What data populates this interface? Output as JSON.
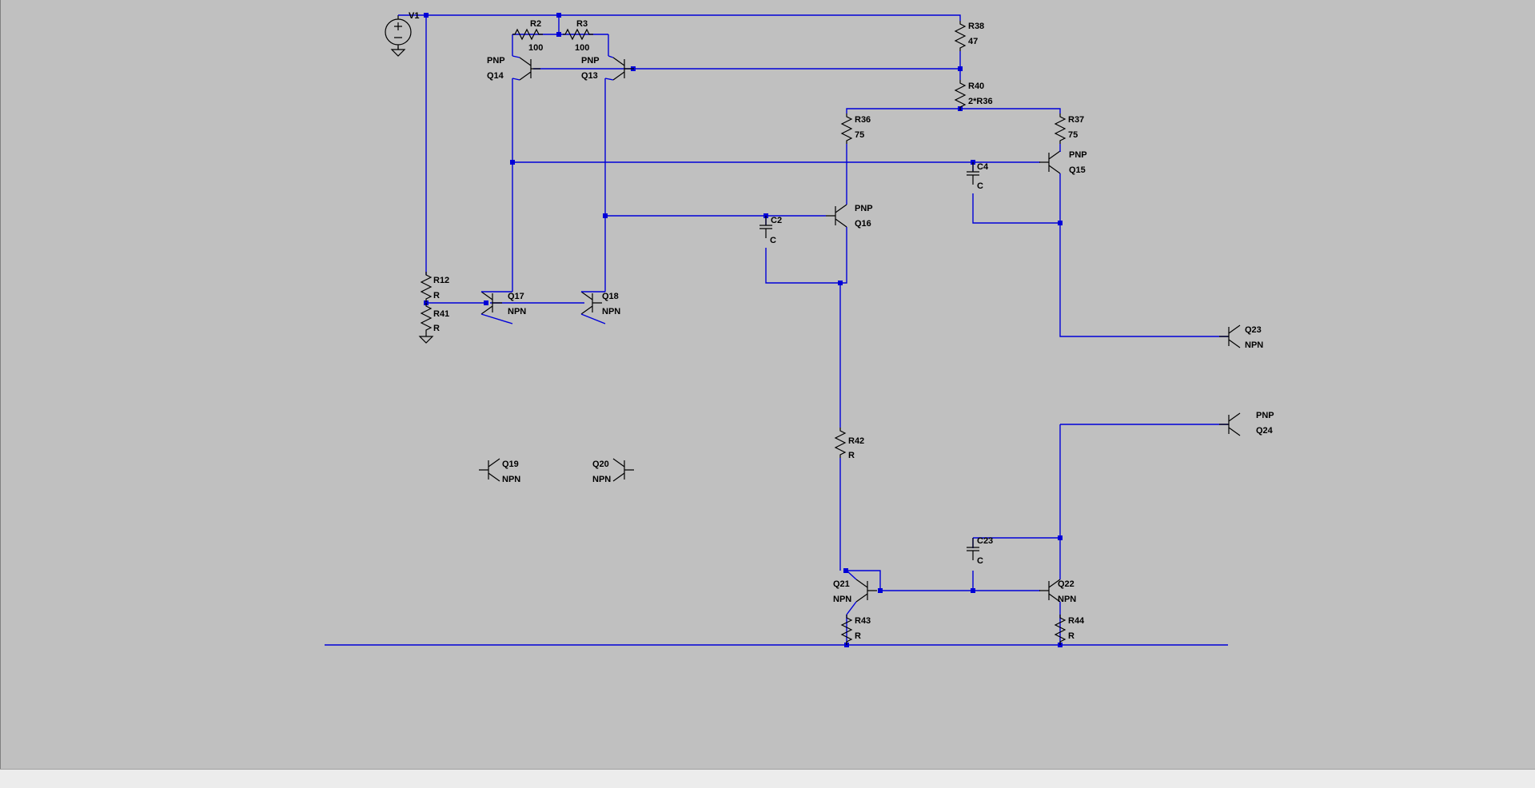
{
  "schematic": {
    "colors": {
      "background": "#c0c0c0",
      "wire": "#0000d8",
      "component": "#000000"
    },
    "source": {
      "ref": "V1"
    },
    "resistors": [
      {
        "ref": "R2",
        "value": "100"
      },
      {
        "ref": "R3",
        "value": "100"
      },
      {
        "ref": "R38",
        "value": "47"
      },
      {
        "ref": "R40",
        "value": "2*R36"
      },
      {
        "ref": "R36",
        "value": "75"
      },
      {
        "ref": "R37",
        "value": "75"
      },
      {
        "ref": "R12",
        "value": "R"
      },
      {
        "ref": "R41",
        "value": "R"
      },
      {
        "ref": "R42",
        "value": "R"
      },
      {
        "ref": "R43",
        "value": "R"
      },
      {
        "ref": "R44",
        "value": "R"
      }
    ],
    "capacitors": [
      {
        "ref": "C4",
        "value": "C"
      },
      {
        "ref": "C2",
        "value": "C"
      },
      {
        "ref": "C23",
        "value": "C"
      }
    ],
    "transistors": [
      {
        "ref": "Q14",
        "type": "PNP"
      },
      {
        "ref": "Q13",
        "type": "PNP"
      },
      {
        "ref": "Q15",
        "type": "PNP"
      },
      {
        "ref": "Q16",
        "type": "PNP"
      },
      {
        "ref": "Q17",
        "type": "NPN"
      },
      {
        "ref": "Q18",
        "type": "NPN"
      },
      {
        "ref": "Q19",
        "type": "NPN"
      },
      {
        "ref": "Q20",
        "type": "NPN"
      },
      {
        "ref": "Q21",
        "type": "NPN"
      },
      {
        "ref": "Q22",
        "type": "NPN"
      },
      {
        "ref": "Q23",
        "type": "NPN"
      },
      {
        "ref": "Q24",
        "type": "PNP"
      }
    ]
  }
}
